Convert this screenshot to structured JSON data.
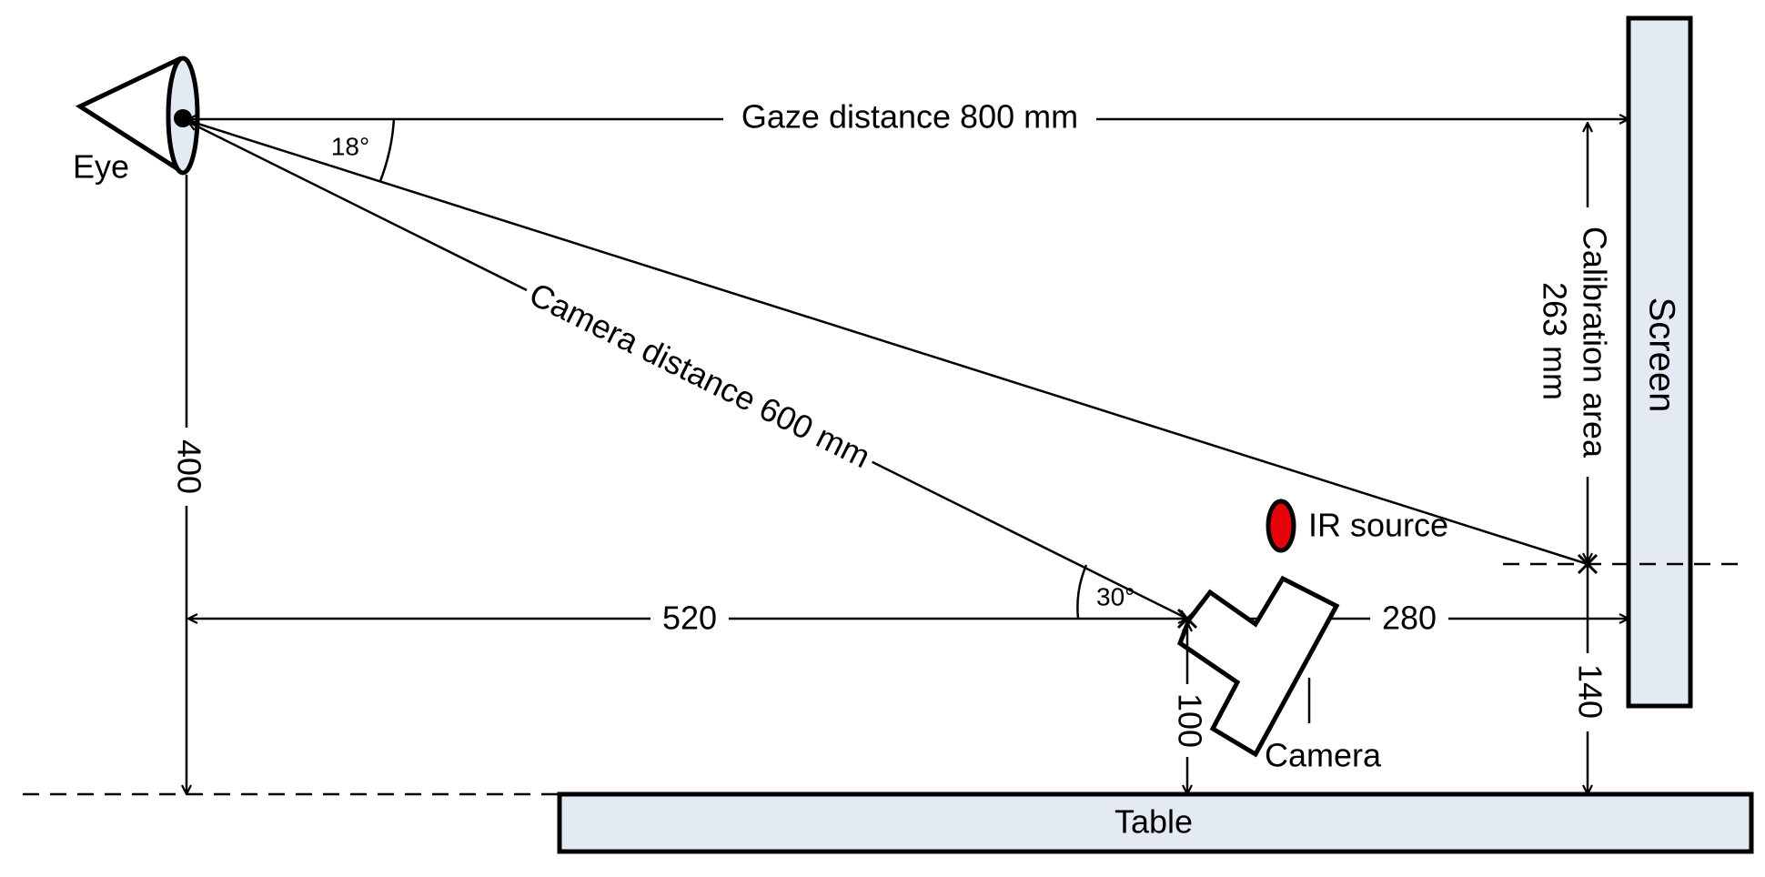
{
  "colors": {
    "stroke": "#000000",
    "panel_fill": "#e4eaf4",
    "ir_source_fill": "#e8000b",
    "background": "#ffffff"
  },
  "labels": {
    "eye": "Eye",
    "screen": "Screen",
    "table": "Table",
    "camera": "Camera",
    "ir_source": "IR source",
    "gaze_distance": "Gaze distance 800 mm",
    "camera_distance": "Camera distance 600 mm",
    "calibration_area_line1": "Calibration area",
    "calibration_area_line2": "263 mm",
    "angle_gaze": "18°",
    "angle_camera": "30°",
    "dim_eye_height": "400",
    "dim_eye_to_camera": "520",
    "dim_camera_to_screen": "280",
    "dim_camera_height": "100",
    "dim_calibration_height": "140"
  }
}
